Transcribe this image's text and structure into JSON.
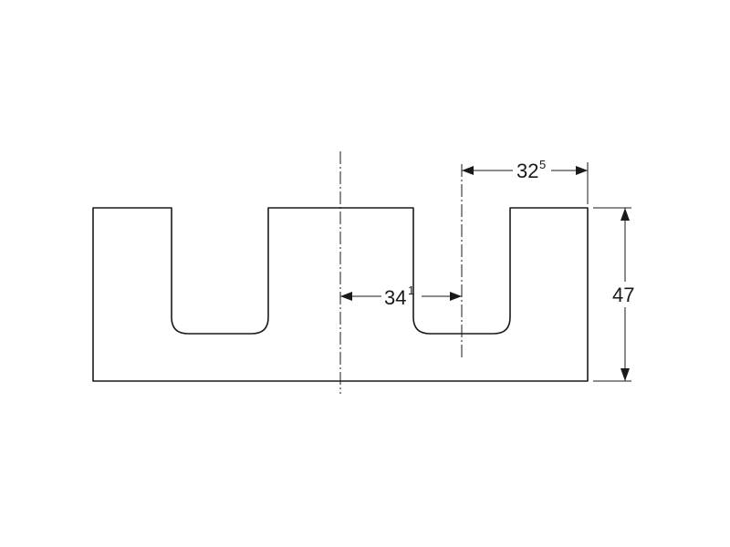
{
  "dimensions": {
    "width_right": {
      "main": "32",
      "sup": "5"
    },
    "center_offset": {
      "main": "34",
      "sup": "1"
    },
    "height": {
      "main": "47"
    }
  }
}
